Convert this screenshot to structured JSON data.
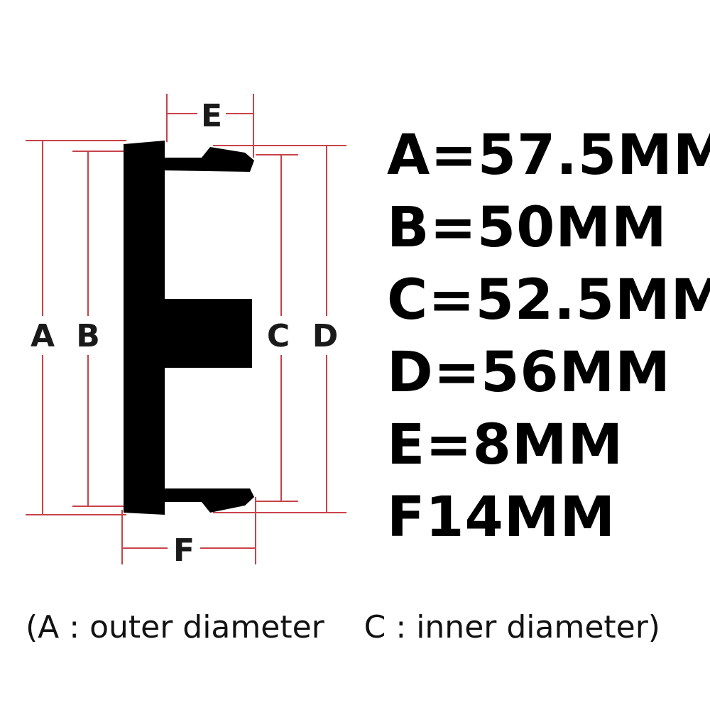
{
  "dimension_labels": {
    "A": "A",
    "B": "B",
    "C": "C",
    "D": "D",
    "E": "E",
    "F": "F"
  },
  "specs": [
    "A=57.5MM",
    "B=50MM",
    "C=52.5MM",
    "D=56MM",
    "E=8MM",
    "F14MM"
  ],
  "caption": "(A : outer diameter    C : inner diameter)",
  "colors": {
    "dimension_line": "#c8424a",
    "part_fill": "#000000",
    "text": "#000000"
  }
}
